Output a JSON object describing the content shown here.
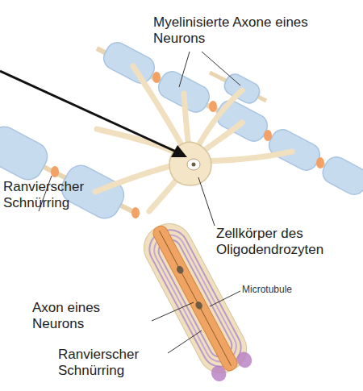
{
  "diagram": {
    "labels": [
      "Myelinisierte Axone eines Neurons",
      "Ranvierscher Schnürring",
      "Zellkörper des Oligodendrozyten",
      "Microtubule",
      "Axon eines Neurons",
      "Ranvierscher Schnürring"
    ]
  }
}
